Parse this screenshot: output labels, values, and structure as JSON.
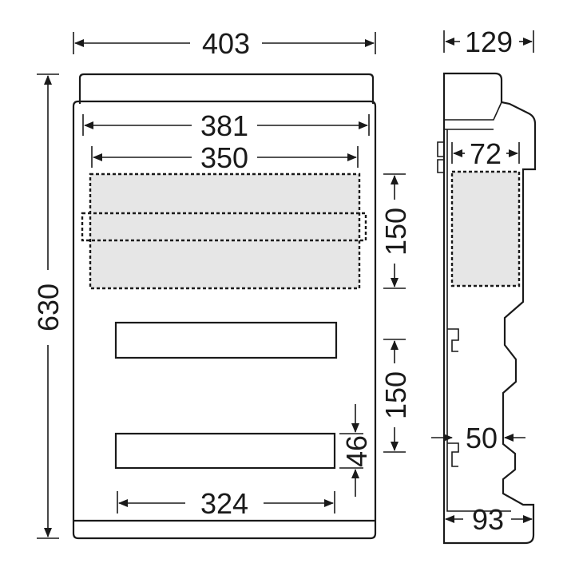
{
  "front_view": {
    "width": "403",
    "height": "630",
    "inner_width": "381",
    "module_width": "350",
    "row_pitch_top": "150",
    "row_pitch_bottom": "150",
    "cutout_height": "46",
    "cutout_width": "324"
  },
  "side_view": {
    "depth": "129",
    "module_depth": "72",
    "rail_offset": "50",
    "base_depth": "93"
  }
}
